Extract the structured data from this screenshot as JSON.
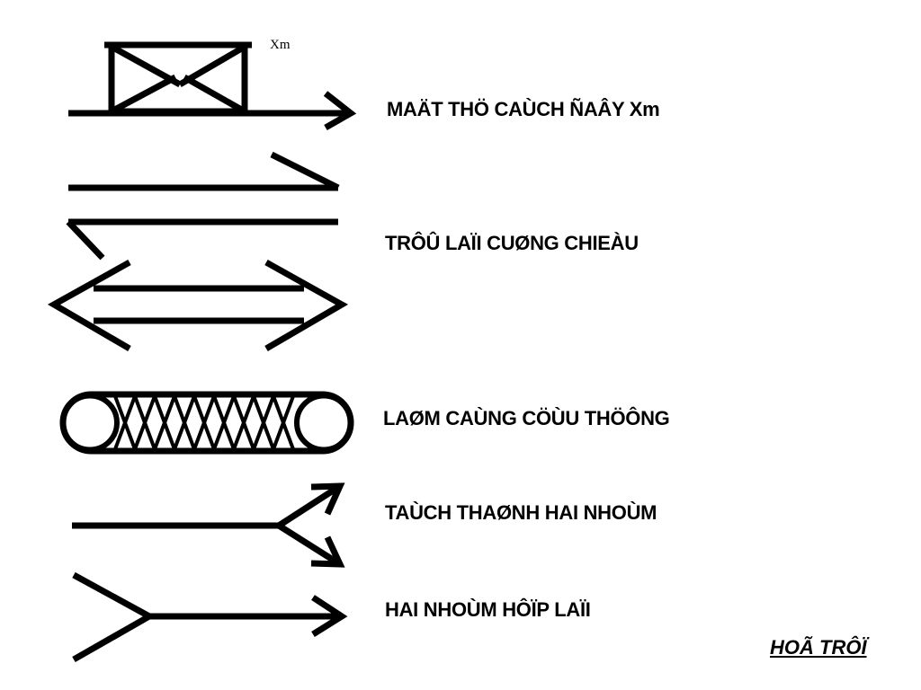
{
  "symbols": [
    {
      "id": "mat-thu",
      "label": "MAÄT THÖ CAÙCH ÑAÂY Xm",
      "sublabel": "Xm"
    },
    {
      "id": "troi-cuong",
      "label": "TRÔÛ LAÏI CUØNG CHIEÀU"
    },
    {
      "id": "lam-cang",
      "label": "LAØM CAÙNG CÖÙU THÖÔNG"
    },
    {
      "id": "tach-thanh",
      "label": "TAÙCH THAØNH HAI NHOÙM"
    },
    {
      "id": "hop-lai",
      "label": "HAI NHOÙM HÔÏP LAÏI"
    }
  ],
  "footer": {
    "link": "HOÃ TRÔÏ"
  },
  "colors": {
    "ink": "#000000",
    "background": "#ffffff"
  }
}
